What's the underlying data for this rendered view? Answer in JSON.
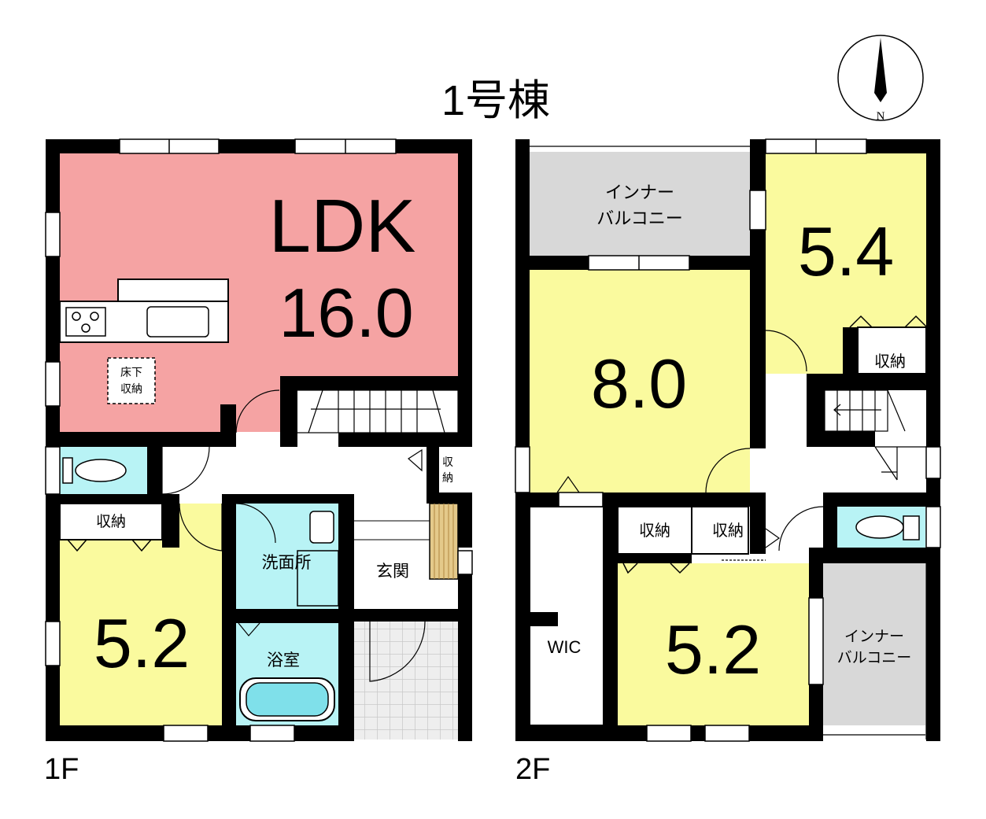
{
  "title": "1号棟",
  "compass": {
    "north_label": "N"
  },
  "floor1": {
    "floor_label": "1F",
    "ldk": {
      "name": "LDK",
      "size": "16.0"
    },
    "underfloor_storage": {
      "line1": "床下",
      "line2": "収納"
    },
    "bedroom": {
      "size": "5.2"
    },
    "closet_label": "収納",
    "stair_storage": {
      "line1": "収",
      "line2": "納"
    },
    "washroom": "洗面所",
    "bathroom": "浴室",
    "entrance": "玄関"
  },
  "floor2": {
    "floor_label": "2F",
    "inner_balcony_top": {
      "line1": "インナー",
      "line2": "バルコニー"
    },
    "room_north_east": {
      "size": "5.4"
    },
    "room_center": {
      "size": "8.0"
    },
    "room_south": {
      "size": "5.2"
    },
    "inner_balcony_side": {
      "line1": "インナー",
      "line2": "バルコニー"
    },
    "storage_ne": "収納",
    "storage_mid_left": "収納",
    "storage_mid_right": "収納",
    "walk_in_closet": "WIC"
  },
  "colors": {
    "ldk": "#f5a3a3",
    "bedroom": "#fafa9e",
    "water": "#b8f3f5",
    "balcony": "#d8d8d8",
    "wall": "#000000",
    "stair_wood": "#e4c98a"
  }
}
